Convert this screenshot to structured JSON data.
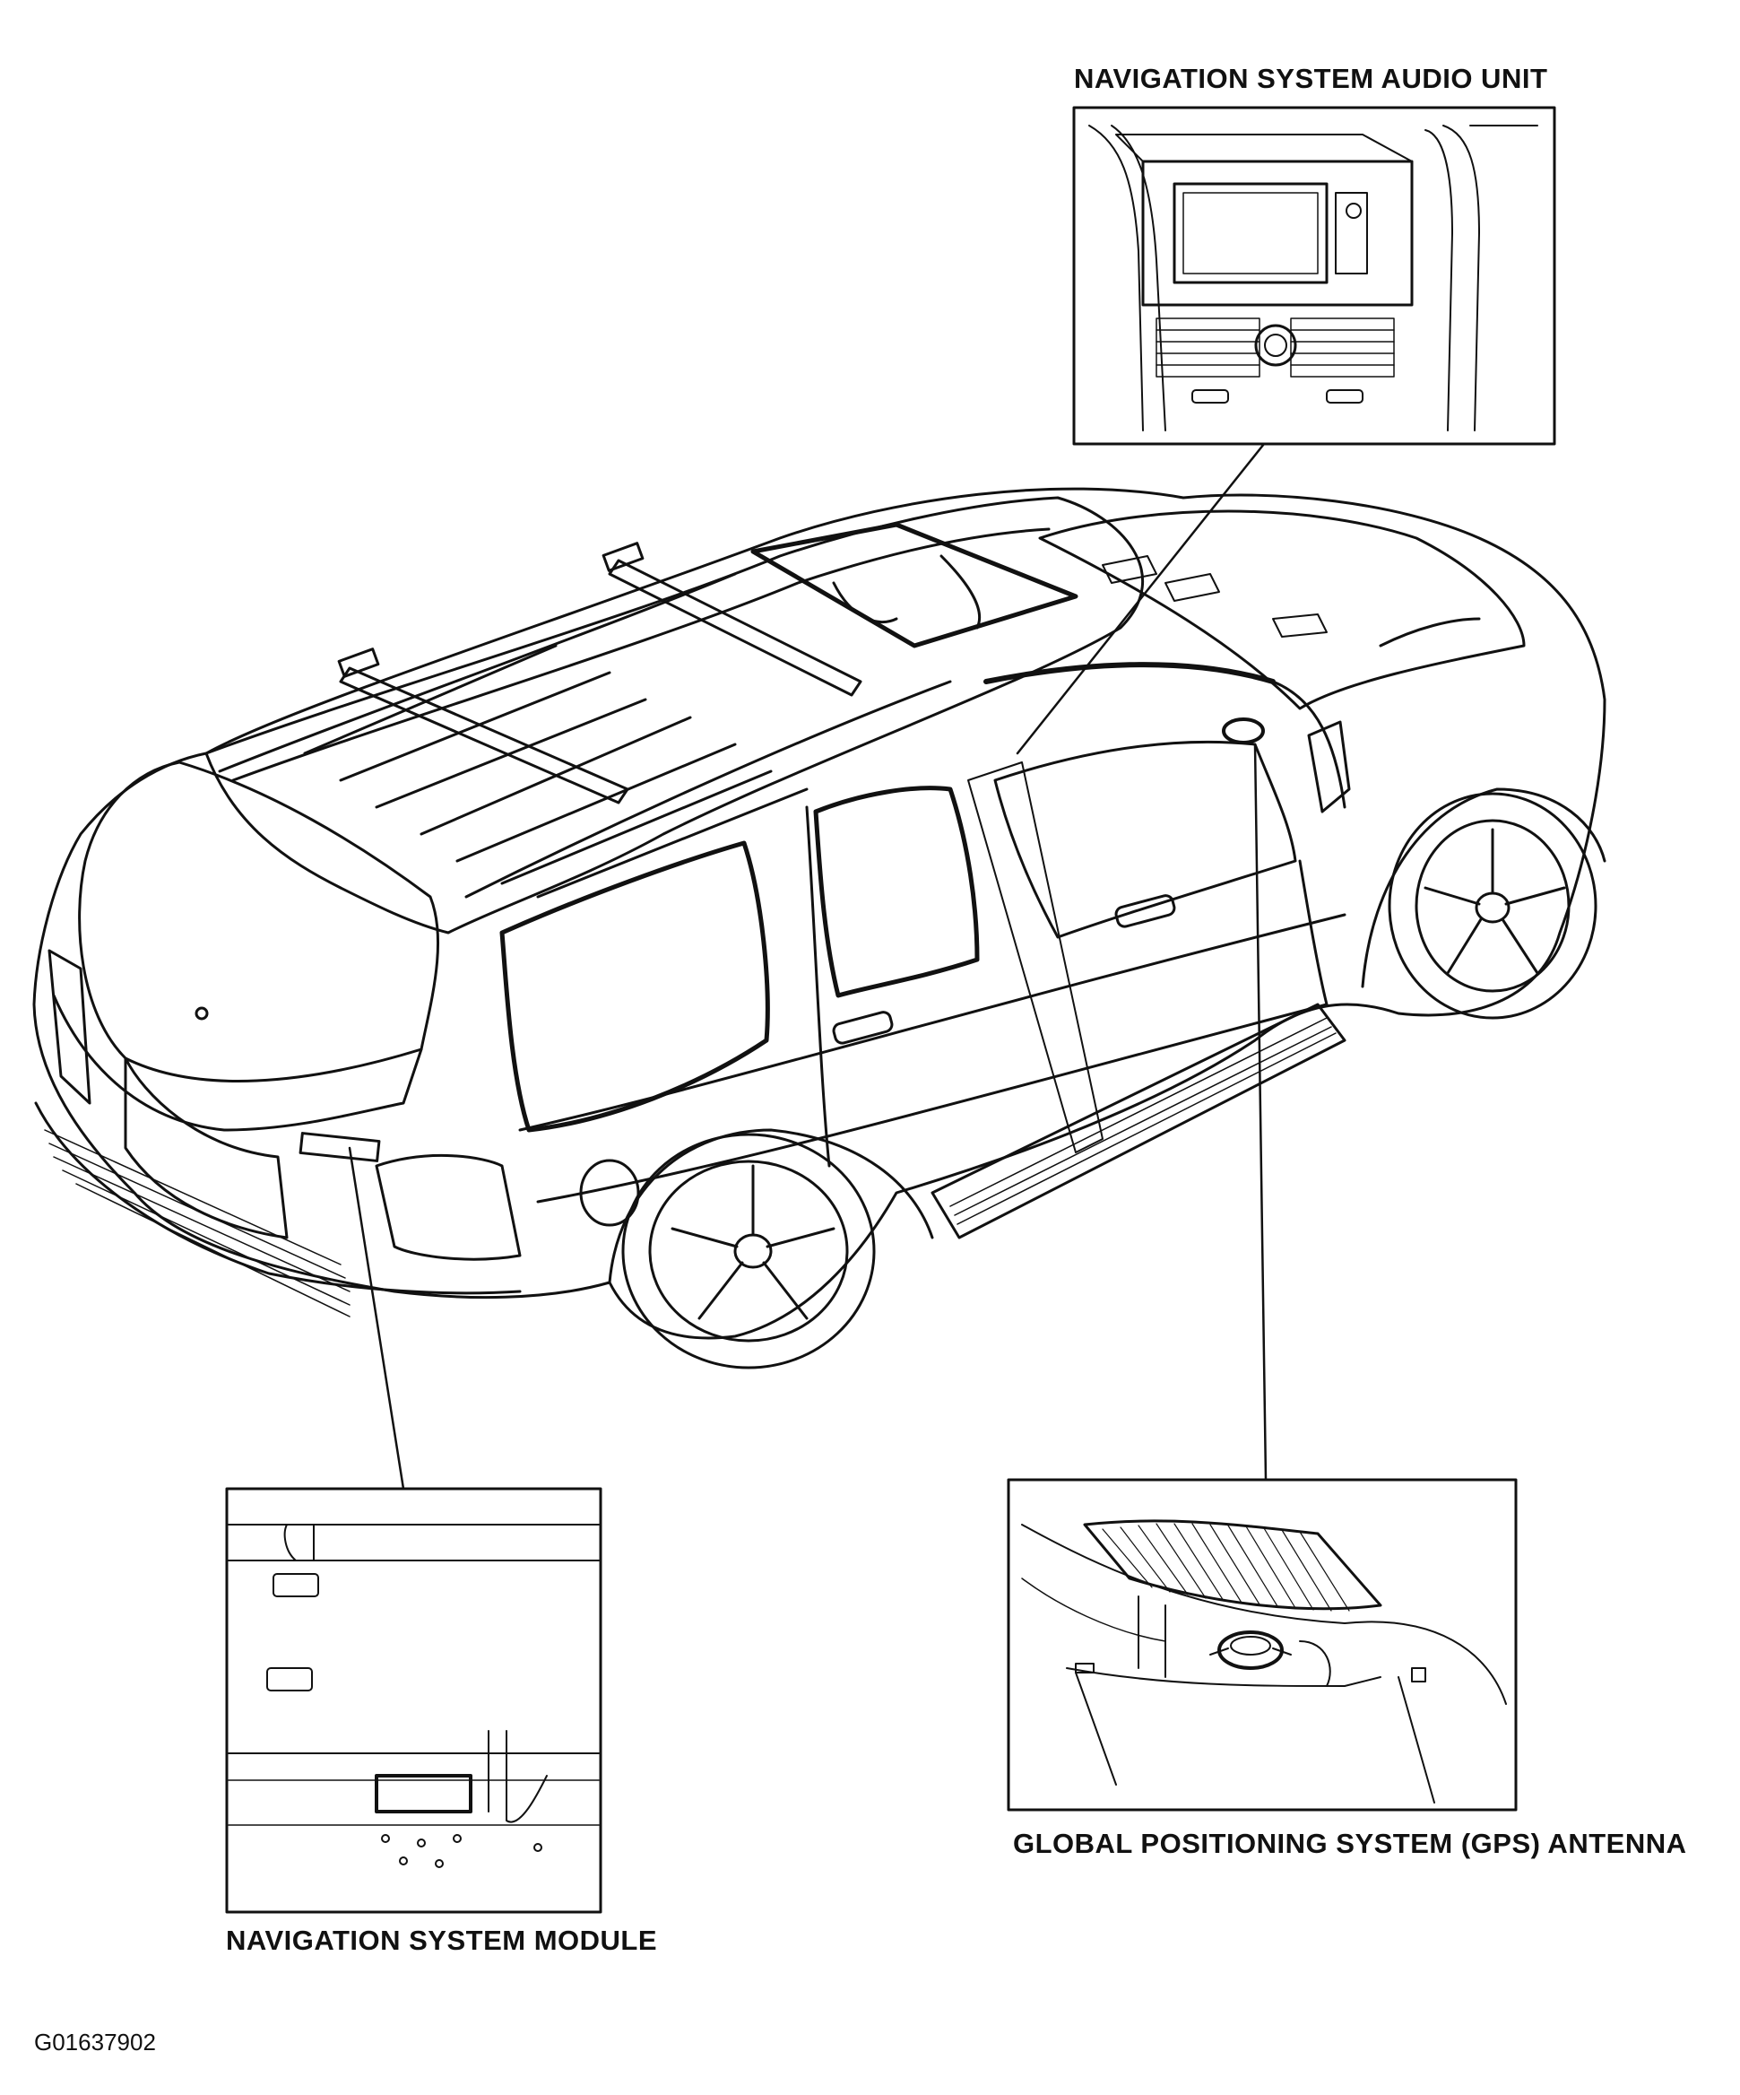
{
  "labels": {
    "audio_unit": "NAVIGATION SYSTEM AUDIO UNIT",
    "module": "NAVIGATION SYSTEM MODULE",
    "gps_antenna": "GLOBAL POSITIONING SYSTEM (GPS) ANTENNA"
  },
  "figure_id": "G01637902",
  "colors": {
    "ink": "#111111",
    "paper": "#ffffff"
  }
}
